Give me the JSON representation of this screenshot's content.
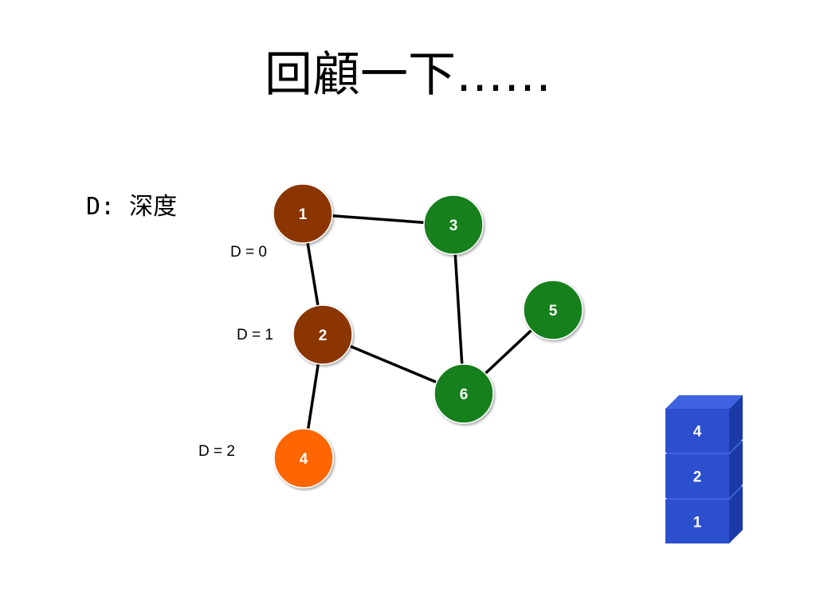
{
  "title": "回顧一下……",
  "legend": "D: 深度",
  "nodes": [
    {
      "id": "1",
      "label": "1",
      "color": "#8b3400"
    },
    {
      "id": "2",
      "label": "2",
      "color": "#8b3400"
    },
    {
      "id": "3",
      "label": "3",
      "color": "#13801a"
    },
    {
      "id": "4",
      "label": "4",
      "color": "#ff6600"
    },
    {
      "id": "5",
      "label": "5",
      "color": "#13801a"
    },
    {
      "id": "6",
      "label": "6",
      "color": "#13801a"
    }
  ],
  "edges": [
    [
      "1",
      "3"
    ],
    [
      "1",
      "2"
    ],
    [
      "3",
      "6"
    ],
    [
      "2",
      "6"
    ],
    [
      "6",
      "5"
    ],
    [
      "2",
      "4"
    ]
  ],
  "depth_labels": [
    {
      "node": "1",
      "text": "D = 0"
    },
    {
      "node": "2",
      "text": "D = 1"
    },
    {
      "node": "4",
      "text": "D = 2"
    }
  ],
  "stack": {
    "items_top_to_bottom": [
      "4",
      "2",
      "1"
    ],
    "color": "#2b4fcf"
  }
}
